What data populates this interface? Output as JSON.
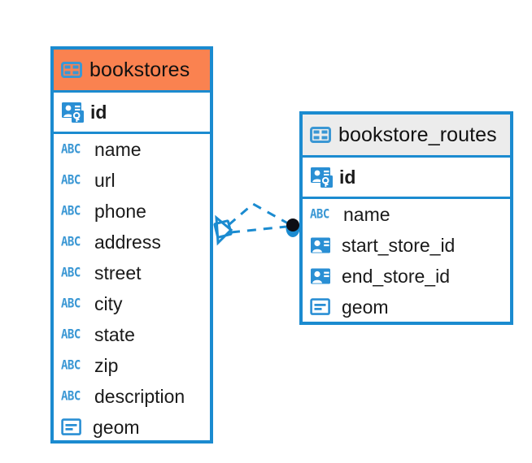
{
  "diagram": {
    "kind": "entity-relationship-diagram",
    "background": "#ffffff",
    "accent_color": "#1b8bd0",
    "highlight_color": "#fa8250",
    "header_gray": "#ececec"
  },
  "entities": [
    {
      "name": "bookstores",
      "header_style": "orange",
      "table_icon": "table-icon",
      "primary_key": {
        "label": "id",
        "icon": "primary-key-icon"
      },
      "fields": [
        {
          "label": "name",
          "icon": "abc-icon",
          "icon_text": "ABC"
        },
        {
          "label": "url",
          "icon": "abc-icon",
          "icon_text": "ABC"
        },
        {
          "label": "phone",
          "icon": "abc-icon",
          "icon_text": "ABC"
        },
        {
          "label": "address",
          "icon": "abc-icon",
          "icon_text": "ABC"
        },
        {
          "label": "street",
          "icon": "abc-icon",
          "icon_text": "ABC"
        },
        {
          "label": "city",
          "icon": "abc-icon",
          "icon_text": "ABC"
        },
        {
          "label": "state",
          "icon": "abc-icon",
          "icon_text": "ABC"
        },
        {
          "label": "zip",
          "icon": "abc-icon",
          "icon_text": "ABC"
        },
        {
          "label": "description",
          "icon": "abc-icon",
          "icon_text": "ABC"
        },
        {
          "label": "geom",
          "icon": "geometry-icon",
          "icon_text": ""
        }
      ]
    },
    {
      "name": "bookstore_routes",
      "header_style": "gray",
      "table_icon": "table-icon",
      "primary_key": {
        "label": "id",
        "icon": "primary-key-icon"
      },
      "fields": [
        {
          "label": "name",
          "icon": "abc-icon",
          "icon_text": "ABC"
        },
        {
          "label": "start_store_id",
          "icon": "foreign-key-icon",
          "icon_text": ""
        },
        {
          "label": "end_store_id",
          "icon": "foreign-key-icon",
          "icon_text": ""
        },
        {
          "label": "geom",
          "icon": "geometry-icon",
          "icon_text": ""
        }
      ]
    }
  ],
  "relationship": {
    "name": "bookstores-to-bookstore-routes",
    "line_style": "dashed",
    "color": "#1b8bd0",
    "source_marker": "crows-foot-marker",
    "target_marker": "filled-circle-marker"
  }
}
